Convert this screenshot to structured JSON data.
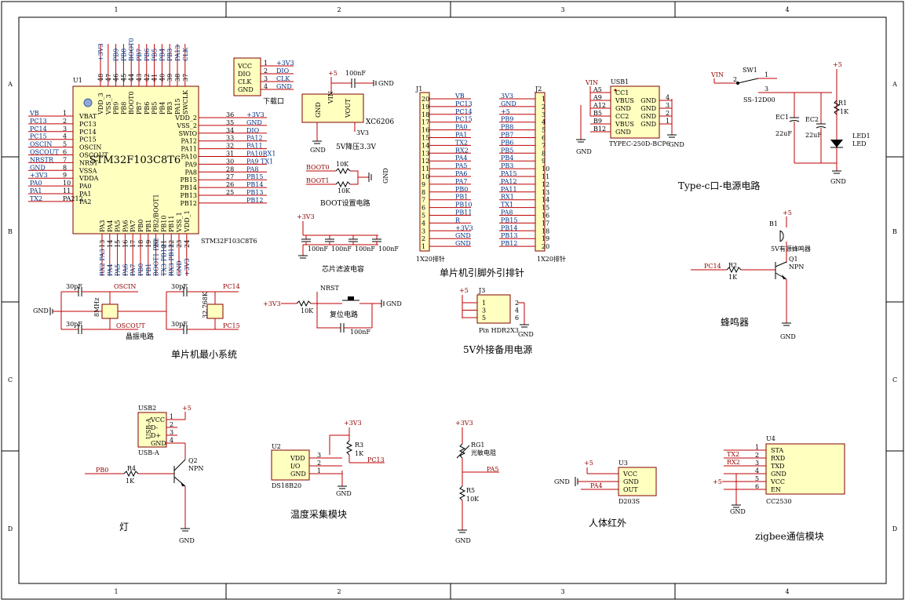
{
  "grid": {
    "cols": [
      "1",
      "2",
      "3",
      "4"
    ],
    "rows": [
      "A",
      "B",
      "C",
      "D"
    ]
  },
  "mcu": {
    "ref": "U1",
    "part": "STM32F103C8T6",
    "part_bottom": "STM32F103C8T6",
    "top_pin_names": [
      "VDD_3",
      "VSS_3",
      "PB9",
      "PB8",
      "BOOT0",
      "PB7",
      "PB6",
      "PB5",
      "PB4",
      "PB3",
      "PA15",
      "SWCLK"
    ],
    "top_pin_nums": [
      "48",
      "47",
      "46",
      "45",
      "44",
      "43",
      "42",
      "41",
      "40",
      "39",
      "38",
      "37"
    ],
    "top_nets": [
      "+3V3",
      "",
      "PB9",
      "PB8",
      "BOOT0",
      "PB7",
      "PB6",
      "PB5",
      "PB4",
      "PB3",
      "PA13",
      "CLK"
    ],
    "left_nets": [
      "VB",
      "PC13",
      "PC14",
      "PC15",
      "OSCIN",
      "OSCOUT",
      "NRSTR",
      "GND",
      "+3V3",
      "PA0",
      "PA1",
      "TX2"
    ],
    "left_nums": [
      "1",
      "2",
      "3",
      "4",
      "5",
      "6",
      "7",
      "8",
      "9",
      "10",
      "11",
      "PA212"
    ],
    "left_names": [
      "VBAT",
      "PC13",
      "PC14",
      "PC15",
      "OSCIN",
      "OSCOUT",
      "NRST",
      "VSSA",
      "VDDA",
      "PA0",
      "PA1",
      "PA2"
    ],
    "right_names": [
      "VDD_2",
      "VSS_2",
      "SWIO",
      "PA12",
      "PA11",
      "PA10",
      "PA9",
      "PA8",
      "PB15",
      "PB14",
      "PB13",
      "PB12"
    ],
    "right_nums": [
      "36",
      "35",
      "34",
      "33",
      "32",
      "31",
      "30",
      "28",
      "27",
      "26",
      "25"
    ],
    "right_nets": [
      "+3V3",
      "GND",
      "DIO",
      "PA12",
      "PA11",
      "PA10RX1",
      "PA9  TX1",
      "PA8",
      "PB15",
      "PB14",
      "PB13",
      "PB12"
    ],
    "bottom_pin_names": [
      "PA3",
      "PA4",
      "PA5",
      "PA6",
      "PA7",
      "PB0",
      "PB1",
      "PB2/BOOT1",
      "PB10",
      "PB11",
      "VSS_1",
      "VDD_1"
    ],
    "bottom_pin_nums": [
      "13",
      "14",
      "15",
      "16",
      "17",
      "18",
      "19",
      "20",
      "21",
      "22",
      "23",
      "24"
    ],
    "bottom_nets": [
      "RX2 PA3",
      "PA4",
      "PA5",
      "PA6",
      "PA7",
      "PB0",
      "PB1",
      "BOOT1 PB2",
      "TX3 PB10",
      "RX3 PB11",
      "GND",
      "+3V3"
    ]
  },
  "download": {
    "names": [
      "VCC",
      "DIO",
      "CLK",
      "GND"
    ],
    "nums": [
      "1",
      "2",
      "3",
      "4"
    ],
    "nets": [
      "+3V3",
      "DIO",
      "CLK",
      "GND"
    ],
    "caption": "下载口"
  },
  "regulator": {
    "power": "+5",
    "cap": "100nF",
    "gnd": "GND",
    "pin_vin": "VIN",
    "pin_gnd": "GND",
    "pin_vout": "VOUT",
    "part": "XC6206",
    "out": "3V3",
    "caption": "5V降压3.3V"
  },
  "boot": {
    "boot0": "BOOT0",
    "boot1": "BOOT1",
    "r": "10K",
    "gnd": "GND",
    "caption": "BOOT设置电路"
  },
  "filter": {
    "power": "+3V3",
    "caps": [
      "100nF",
      "100nF",
      "100nF",
      "100nF"
    ],
    "caption": "芯片滤波电容"
  },
  "j1": {
    "ref": "J1",
    "nums": [
      "20",
      "19",
      "18",
      "17",
      "16",
      "15",
      "14",
      "13",
      "12",
      "11",
      "10",
      "9",
      "8",
      "7",
      "6",
      "5",
      "4",
      "3",
      "2",
      "1"
    ],
    "nets": [
      "VB",
      "PC13",
      "PC14",
      "PC15",
      "PA0",
      "PA1",
      "TX2",
      "RX2",
      "PA4",
      "PA5",
      "PA6",
      "PA7",
      "PB0",
      "PB1",
      "PB10",
      "PB11",
      "R",
      "+3V3",
      "GND",
      "GND"
    ],
    "label": "1X20排针"
  },
  "j2": {
    "ref": "J2",
    "nums": [
      "1",
      "2",
      "3",
      "4",
      "5",
      "6",
      "7",
      "8",
      "9",
      "10",
      "11",
      "12",
      "13",
      "14",
      "15",
      "16",
      "17",
      "18",
      "19",
      "20"
    ],
    "nets": [
      "3V3",
      "GND",
      "+5",
      "PB9",
      "PB8",
      "PB7",
      "PB6",
      "PB5",
      "PB4",
      "PB3",
      "PA15",
      "PA12",
      "PA11",
      "RX1",
      "TX1",
      "PA8",
      "PB15",
      "PB14",
      "PB13",
      "PB12"
    ],
    "label": "1X20排针"
  },
  "pinout_caption": "单片机引脚外引排针",
  "usbc": {
    "ref": "USB1",
    "vin": "VIN",
    "left_pins": [
      "A5",
      "A9",
      "A12",
      "B5",
      "B9",
      "B12"
    ],
    "left_names": [
      "CC1",
      "VBUS",
      "GND",
      "CC2",
      "VBUS",
      "GND"
    ],
    "right_names": [
      "GND",
      "GND",
      "GND",
      "GND"
    ],
    "right_nums": [
      "4",
      "3",
      "2",
      "1"
    ],
    "gnd": "GND",
    "part": "TYPEC-250D-BCP6"
  },
  "power_circuit": {
    "vin": "VIN",
    "sw": "SW1",
    "sw_part": "SS-12D00",
    "sw_nums": [
      "1",
      "2",
      "3"
    ],
    "plus5": "+5",
    "ec1": "EC1",
    "ec1_val": "22uF",
    "ec2": "EC2",
    "ec2_val": "22uF",
    "r": "R1",
    "r_val": "1K",
    "led": "LED1",
    "led_val": "LED",
    "gnd": "GND",
    "caption": "Type-c口-电源电路"
  },
  "crystal": {
    "c1": "30pF",
    "c2": "30pF",
    "c3": "30pF",
    "c4": "30pF",
    "gnd": "GND",
    "x1": "8MHz",
    "x2": "32.768K",
    "oscin": "OSCIN",
    "oscout": "OSCOUT",
    "pc14": "PC14",
    "pc15": "PC15",
    "caption": "晶振电路"
  },
  "min_sys_caption": "单片机最小系统",
  "reset": {
    "power": "+3V3",
    "r": "10K",
    "nrst": "NRST",
    "gnd": "GND",
    "cap": "100nF",
    "caption": "复位电路"
  },
  "j3": {
    "ref": "J3",
    "plus5": "+5",
    "left": [
      "1",
      "3",
      "5"
    ],
    "right": [
      "2",
      "4",
      "6"
    ],
    "gnd": "GND",
    "part": "Pin HDR2X3",
    "caption": "5V外接备用电源"
  },
  "buzzer": {
    "plus5": "+5",
    "ref": "B1",
    "desc": "5V有源蜂鸣器",
    "pc14": "PC14",
    "r": "R2",
    "r_val": "1K",
    "q": "Q1",
    "q_type": "NPN",
    "gnd": "GND",
    "caption": "蜂鸣器"
  },
  "lamp": {
    "ref": "USB2",
    "names": [
      "VCC",
      "D-",
      "D+",
      "GND"
    ],
    "nums": [
      "1",
      "2",
      "3",
      "4"
    ],
    "side": "USB-A",
    "bottom": "USB-A",
    "plus5": "+5",
    "pb0": "PB0",
    "r": "R4",
    "r_val": "1K",
    "q": "Q2",
    "q_type": "NPN",
    "gnd": "GND",
    "caption": "灯"
  },
  "temp": {
    "ref": "U2",
    "names": [
      "VDD",
      "I/O",
      "GND"
    ],
    "nums": [
      "3",
      "2",
      "1"
    ],
    "part": "DS18B20",
    "power": "+3V3",
    "r": "R3",
    "r_val": "1K",
    "net": "PC13",
    "gnd": "GND",
    "caption": "温度采集模块"
  },
  "ldr": {
    "power": "+3V3",
    "ref": "RG1",
    "desc": "光敏电阻",
    "net": "PA5",
    "r": "R5",
    "r_val": "10K",
    "gnd": "GND"
  },
  "pir": {
    "ref": "U3",
    "plus5": "+5",
    "gnd": "GND",
    "names": [
      "VCC",
      "GND",
      "OUT"
    ],
    "net": "PA4",
    "part": "D203S",
    "caption": "人体红外"
  },
  "zigbee": {
    "ref": "U4",
    "names": [
      "STA",
      "RXD",
      "TXD",
      "GND",
      "VCC",
      "EN"
    ],
    "nums": [
      "1",
      "2",
      "3",
      "4",
      "5",
      "6"
    ],
    "nets": [
      "TX2",
      "RX2"
    ],
    "plus5": "+5",
    "gnd": "GND",
    "part": "CC2530",
    "caption": "zigbee通信模块"
  },
  "colors": {
    "wire": "#c00000",
    "part_fill": "#ffffc0",
    "part_stroke": "#800000",
    "net_text": "#003080",
    "label_text": "#900000"
  }
}
